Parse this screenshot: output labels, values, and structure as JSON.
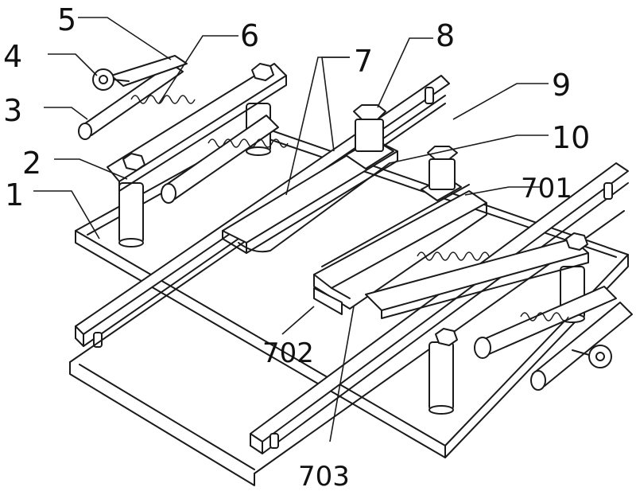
{
  "labels": {
    "l1": "1",
    "l2": "2",
    "l3": "3",
    "l4": "4",
    "l5": "5",
    "l6": "6",
    "l7": "7",
    "l8": "8",
    "l9": "9",
    "l10": "10",
    "l701": "701",
    "l702": "702",
    "l703": "703"
  }
}
